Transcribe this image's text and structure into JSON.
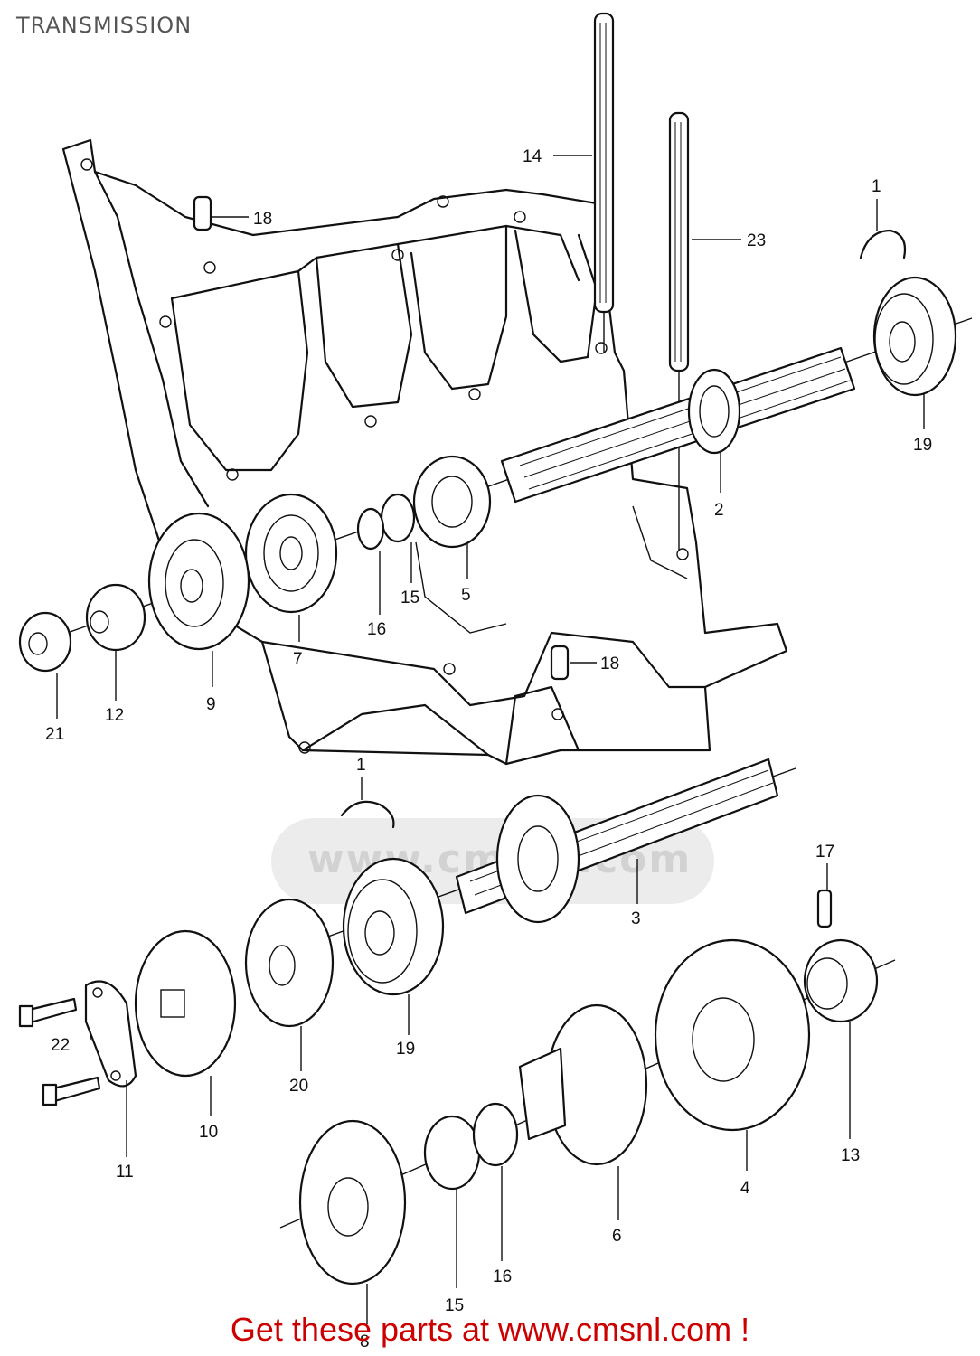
{
  "title": "TRANSMISSION",
  "footer": "Get these parts at www.cmsnl.com !",
  "watermark": "www.cmsnl.com",
  "footer_color": "#cc0000",
  "callouts": {
    "c1a": "1",
    "c1b": "1",
    "c2": "2",
    "c3": "3",
    "c4": "4",
    "c5": "5",
    "c6": "6",
    "c7": "7",
    "c8": "8",
    "c9": "9",
    "c10": "10",
    "c11": "11",
    "c12": "12",
    "c13": "13",
    "c14": "14",
    "c15a": "15",
    "c15b": "15",
    "c16a": "16",
    "c16b": "16",
    "c17": "17",
    "c18a": "18",
    "c18b": "18",
    "c19a": "19",
    "c19b": "19",
    "c20": "20",
    "c21": "21",
    "c22": "22",
    "c23": "23"
  }
}
